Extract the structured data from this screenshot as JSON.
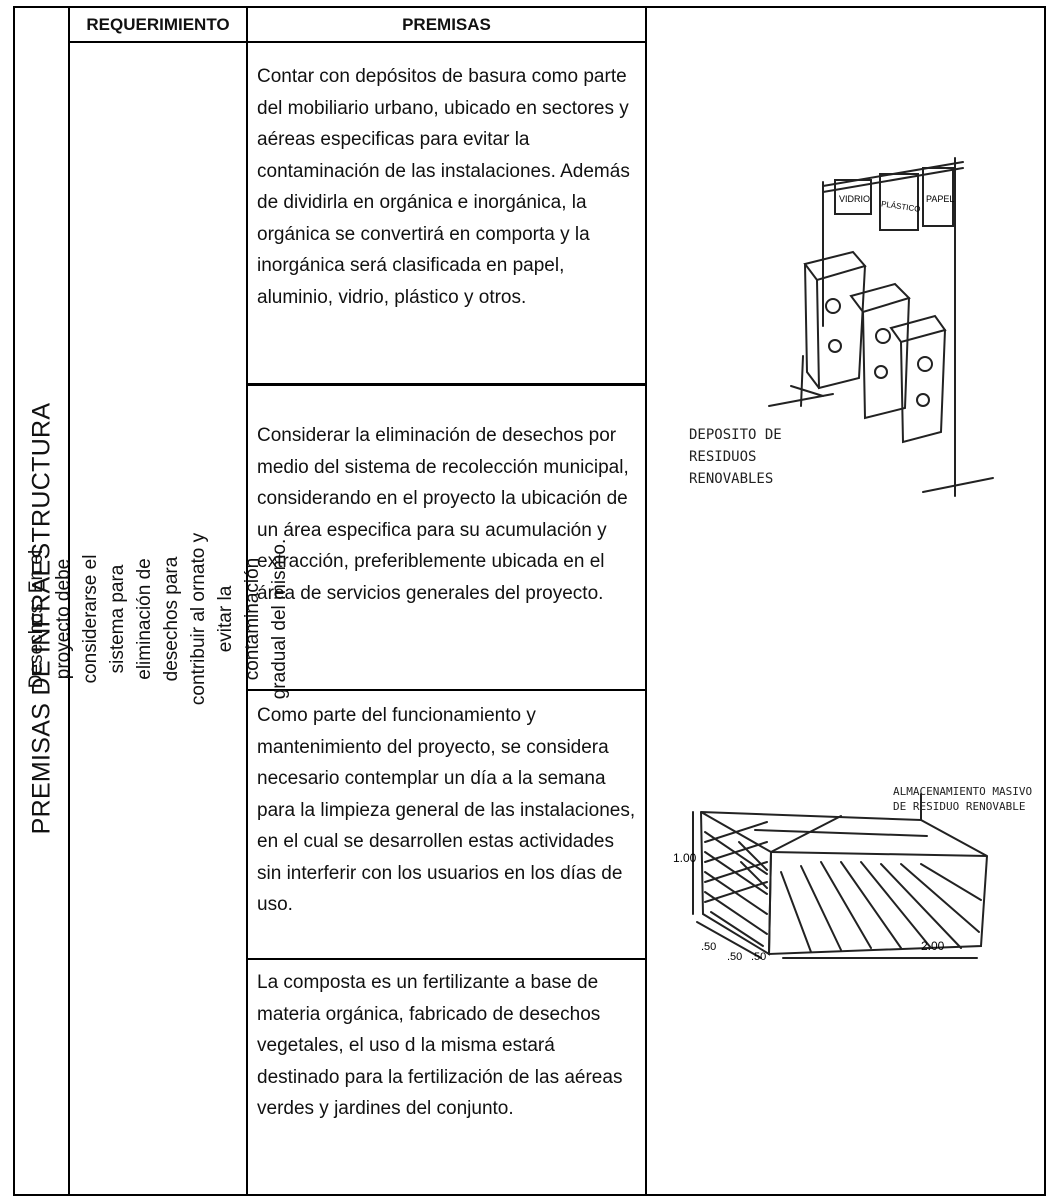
{
  "section_title": "PREMISAS DE INFRAESTRUCTURA",
  "headers": {
    "requirement": "REQUERIMIENTO",
    "premises": "PREMISAS"
  },
  "requirement_text": "Desechos: En el proyecto debe considerarse el sistema para eliminación de desechos para contribuir al ornato y evitar la contaminación gradual del mismo.",
  "premises": [
    "Contar con depósitos de basura como parte del mobiliario urbano, ubicado en sectores y aéreas especificas para evitar la contaminación de las instalaciones.  Además de dividirla en orgánica e inorgánica, la orgánica se convertirá en comporta y la inorgánica será clasificada en papel, aluminio, vidrio, plástico y otros.",
    "Considerar la eliminación de desechos por medio del sistema de recolección municipal, considerando en el proyecto la ubicación de un área especifica para su acumulación y extracción, preferiblemente ubicada en el área de servicios generales del proyecto.",
    "Como parte del funcionamiento y mantenimiento del proyecto, se considera necesario contemplar un día a la semana para la limpieza general de las instalaciones, en el cual se desarrollen estas actividades sin interferir con los usuarios en los días de uso.",
    "La composta es un fertilizante a base de materia orgánica, fabricado de desechos vegetales, el uso d la misma estará destinado para la fertilización de las aéreas verdes y jardines del conjunto."
  ],
  "sketch1": {
    "bin_labels": [
      "VIDRIO",
      "PLÁSTICO",
      "PAPEL"
    ],
    "caption": "DEPOSITO DE RESIDUOS RENOVABLES"
  },
  "sketch2": {
    "caption": "ALMACENAMIENTO MASIVO DE RESIDUO RENOVABLE",
    "dimensions": [
      "1.00",
      ".50",
      ".50",
      ".50",
      "2.00"
    ]
  }
}
